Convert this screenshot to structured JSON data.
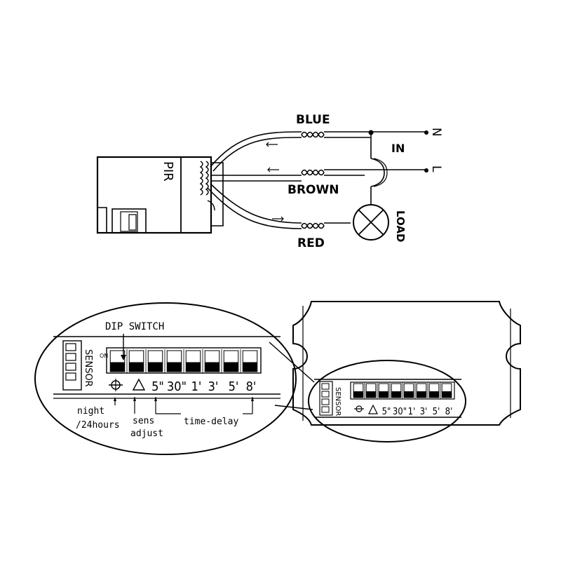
{
  "wiring": {
    "pir_label": "PIR",
    "wire_blue": "BLUE",
    "wire_brown": "BROWN",
    "wire_red": "RED",
    "terminal_in": "IN",
    "terminal_n": "N",
    "terminal_l": "L",
    "load_label": "LOAD"
  },
  "dip_panel": {
    "title": "DIP SWITCH",
    "sensor_label": "SENSOR",
    "on_label": "ON",
    "settings": [
      "5\"",
      "30\"",
      "1'",
      "3'",
      "5'",
      "8'"
    ],
    "annotations": {
      "night": "night",
      "hours": "/24hours",
      "sens": "sens",
      "adjust": "adjust",
      "time_delay": "time-delay"
    }
  },
  "device_panel": {
    "sensor_label": "SENSOR",
    "settings": [
      "5\"",
      "30\"",
      "1'",
      "3'",
      "5'",
      "8'"
    ]
  },
  "colors": {
    "ink": "#000000",
    "background": "#ffffff"
  }
}
